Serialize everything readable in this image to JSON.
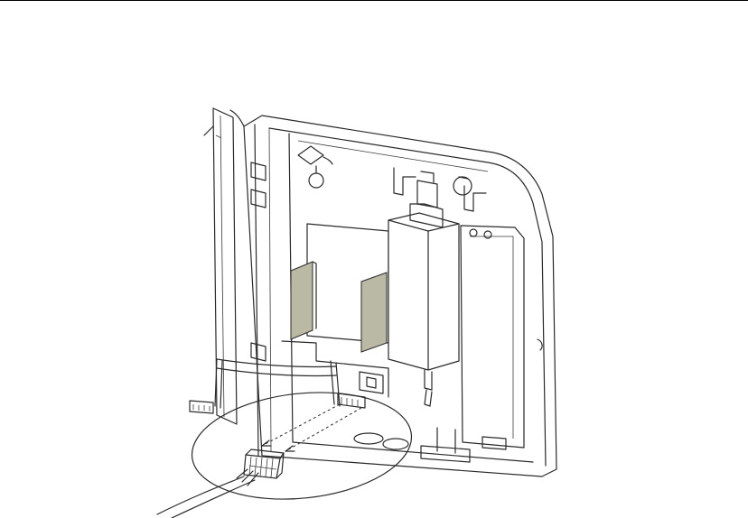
{
  "figure": {
    "parts": {
      "enclosure": "enclosure-body",
      "door": "hinged-door",
      "power_module": "power-supply-module",
      "ribbon_cable": "ribbon-cable",
      "terminal_block": "terminal-block-connector",
      "detail_callout": "detail-callout-ellipse",
      "cable": "field-wiring-cable"
    },
    "colors": {
      "line": "#2a2a2a",
      "shade": "#b9b9a4",
      "background": "#ffffff",
      "rule": "#000000"
    }
  }
}
